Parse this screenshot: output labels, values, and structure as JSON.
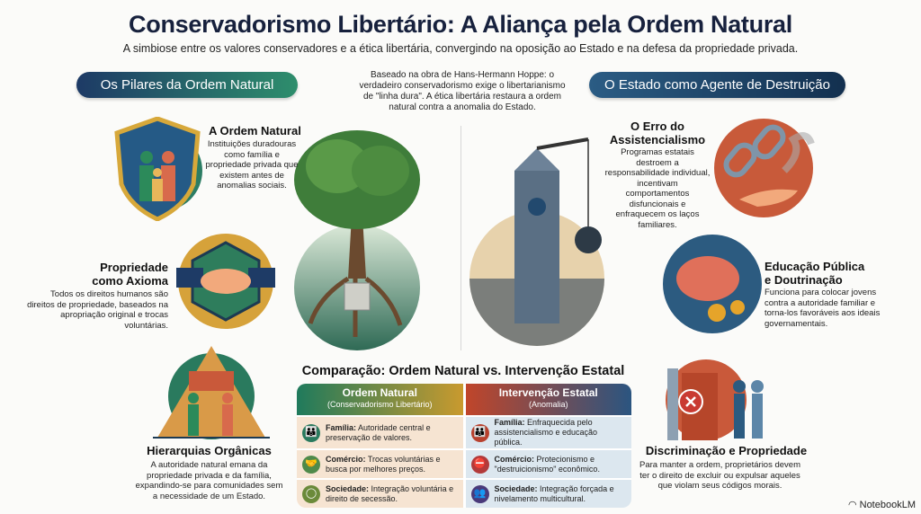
{
  "header": {
    "title": "Conservadorismo Libertário: A Aliança pela Ordem Natural",
    "subtitle": "A simbiose entre os valores conservadores e a ética libertária, convergindo na oposição ao Estado e na defesa da propriedade privada."
  },
  "left_section": {
    "label": "Os Pilares da Ordem Natural",
    "items": [
      {
        "title": "A Ordem Natural",
        "desc": "Instituições duradouras como família e propriedade privada que existem antes de anomalias sociais.",
        "icon": "family-shield-icon"
      },
      {
        "title": "Propriedade como Axioma",
        "desc": "Todos os direitos humanos são direitos de propriedade, baseados na apropriação original e trocas voluntárias.",
        "icon": "handshake-icon"
      },
      {
        "title": "Hierarquias Orgânicas",
        "desc": "A autoridade natural emana da propriedade privada e da família, expandindo-se para comunidades sem a necessidade de um Estado.",
        "icon": "pyramid-icon"
      }
    ]
  },
  "center_note": "Baseado na obra de Hans-Hermann Hoppe: o verdadeiro conservadorismo exige o libertarianismo de \"linha dura\". A ética libertária restaura a ordem natural contra a anomalia do Estado.",
  "right_section": {
    "label": "O Estado como Agente de Destruição",
    "items": [
      {
        "title": "O Erro do Assistencialismo",
        "desc": "Programas estatais destroem a responsabilidade individual, incentivam comportamentos disfuncionais e enfraquecem os laços familiares.",
        "icon": "broken-chain-icon"
      },
      {
        "title": "Educação Pública e Doutrinação",
        "desc": "Funciona para colocar jovens contra a autoridade familiar e torna-los favoráveis aos ideais governamentais.",
        "icon": "brain-icon"
      },
      {
        "title": "Discriminação e Propriedade",
        "desc": "Para manter a ordem, proprietários devem ter o direito de excluir ou expulsar aqueles que violam seus códigos morais.",
        "icon": "gate-icon"
      }
    ]
  },
  "comparison": {
    "title": "Comparação: Ordem Natural vs. Intervenção Estatal",
    "left_header": "Ordem Natural",
    "left_sub": "(Conservadorismo Libertário)",
    "right_header": "Intervenção Estatal",
    "right_sub": "(Anomalia)",
    "rows": [
      {
        "label": "Família:",
        "left": "Autoridade central e preservação de valores.",
        "right": "Enfraquecida pelo assistencialismo e educação pública."
      },
      {
        "label": "Comércio:",
        "left": "Trocas voluntárias e busca por melhores preços.",
        "right": "Protecionismo e \"destruicionismo\" econômico."
      },
      {
        "label": "Sociedade:",
        "left": "Integração voluntária e direito de secessão.",
        "right": "Integração forçada e nivelamento multicultural."
      }
    ]
  },
  "brand": "NotebookLM",
  "colors": {
    "navy": "#17213d",
    "green": "#2e8e6c",
    "rust": "#c0452a",
    "blue": "#2b5580"
  }
}
